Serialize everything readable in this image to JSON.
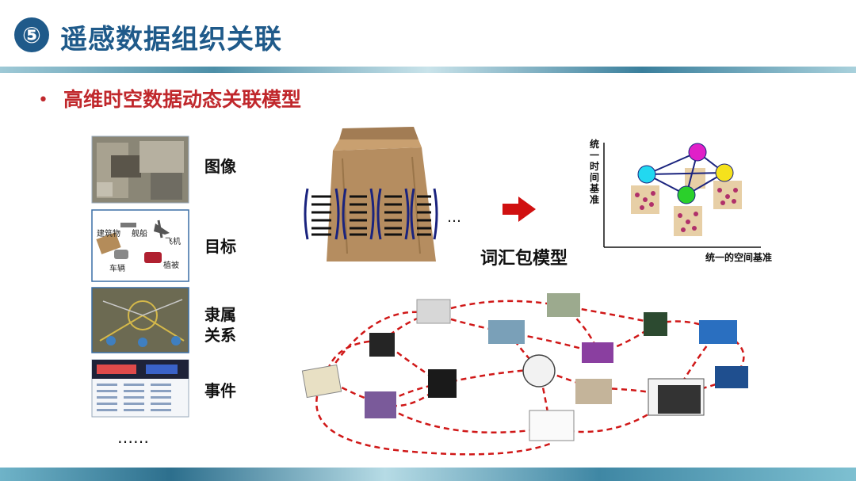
{
  "header": {
    "number": "⑤",
    "title": "遥感数据组织关联"
  },
  "subtitle": {
    "bullet": "•",
    "text": "高维时空数据动态关联模型"
  },
  "left_items": [
    {
      "label": "图像"
    },
    {
      "label": "目标"
    },
    {
      "label": "隶属\n关系"
    },
    {
      "label": "事件"
    }
  ],
  "target_thumb_labels": [
    "建筑物",
    "舰船",
    "飞机",
    "车辆",
    "植被"
  ],
  "ellipsis": "……",
  "bag": {
    "ellipsis": "…",
    "model_label": "词汇包模型"
  },
  "graph": {
    "ylabel": "统一时间基准",
    "xlabel": "统一的空间基准",
    "colors": {
      "node_magenta": "#e020c8",
      "node_cyan": "#22d8f0",
      "node_yellow": "#f5e21c",
      "node_green": "#2bd02b",
      "edge": "#1a237e"
    }
  },
  "colors": {
    "accent_red": "#c0282c",
    "title_blue": "#1f5a8a",
    "arrow_red": "#d01010",
    "dash_red": "#d01818"
  }
}
